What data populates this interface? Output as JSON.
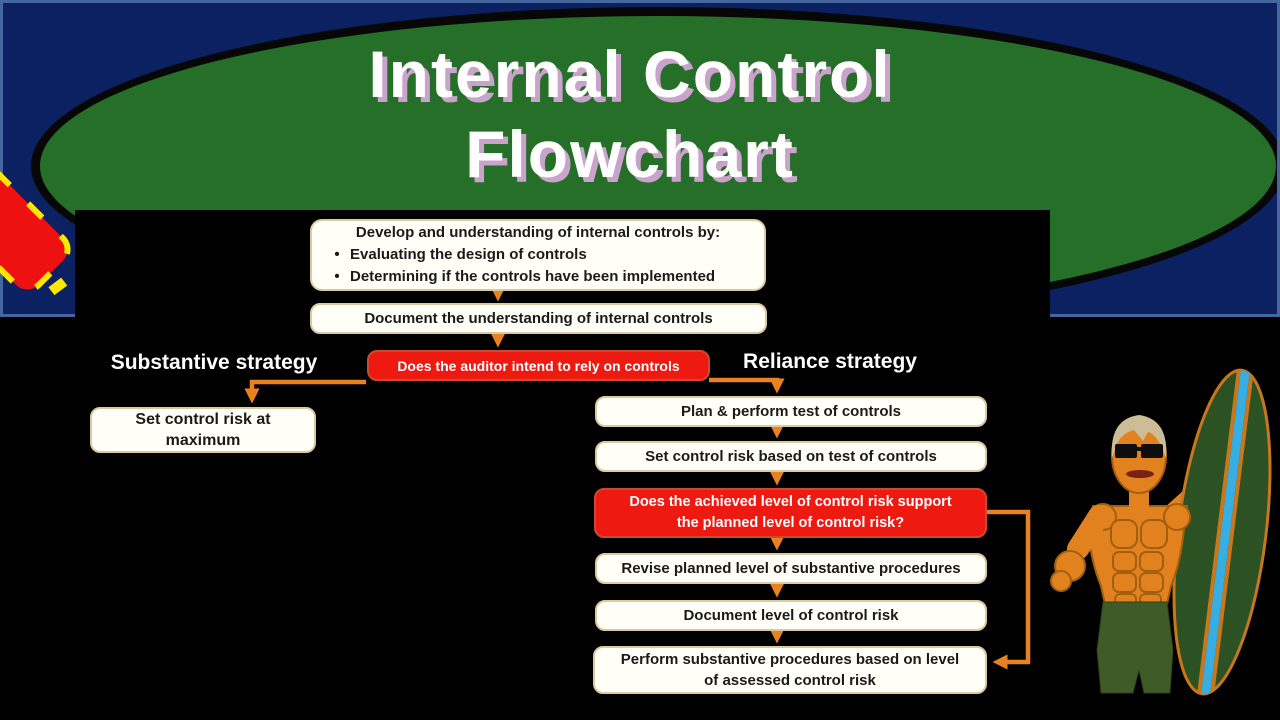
{
  "title": {
    "line1": "Internal Control",
    "line2": "Flowchart"
  },
  "strategies": {
    "substantive": "Substantive strategy",
    "reliance": "Reliance strategy"
  },
  "bullet_char": "•",
  "boxes": {
    "develop": {
      "heading": "Develop and understanding of internal controls by:",
      "bullets": [
        "Evaluating the design of controls",
        "Determining if the controls have been implemented"
      ]
    },
    "document_understanding": "Document the understanding of internal controls",
    "rely_decision": "Does the auditor intend to rely on controls",
    "set_max": {
      "lines": [
        "Set control risk at",
        "maximum"
      ]
    },
    "plan_perform": "Plan & perform test of controls",
    "set_based": "Set control risk based on test of controls",
    "achieved_decision": {
      "lines": [
        "Does the achieved level of control risk support",
        "the planned level of control risk?"
      ]
    },
    "revise": "Revise planned level of substantive procedures",
    "document_level": "Document level of control risk",
    "perform_substantive": {
      "lines": [
        "Perform substantive procedures based on level",
        "of assessed control risk"
      ]
    }
  },
  "colors": {
    "background": "#000000",
    "slide_blue": "#0b2161",
    "slide_border": "#46679e",
    "ellipse_green": "#256f28",
    "title_text": "#ffffff",
    "title_shadow": "#c9a3cb",
    "box_fill": "#fffef7",
    "box_border": "#dcc9a0",
    "box_text": "#1a1a1a",
    "decision_red": "#ee1a12",
    "decision_border": "#cd4a2a",
    "arrow_orange": "#e8821f",
    "flashlight_red": "#ee1111",
    "flashlight_yellow": "#ffe800",
    "surfer_skin": "#e2821f",
    "surfboard_green": "#2c5123",
    "surfboard_stripe": "#35aee4"
  },
  "icons": {
    "flashlight": "flashlight-icon",
    "surfer": "surfer-icon"
  }
}
